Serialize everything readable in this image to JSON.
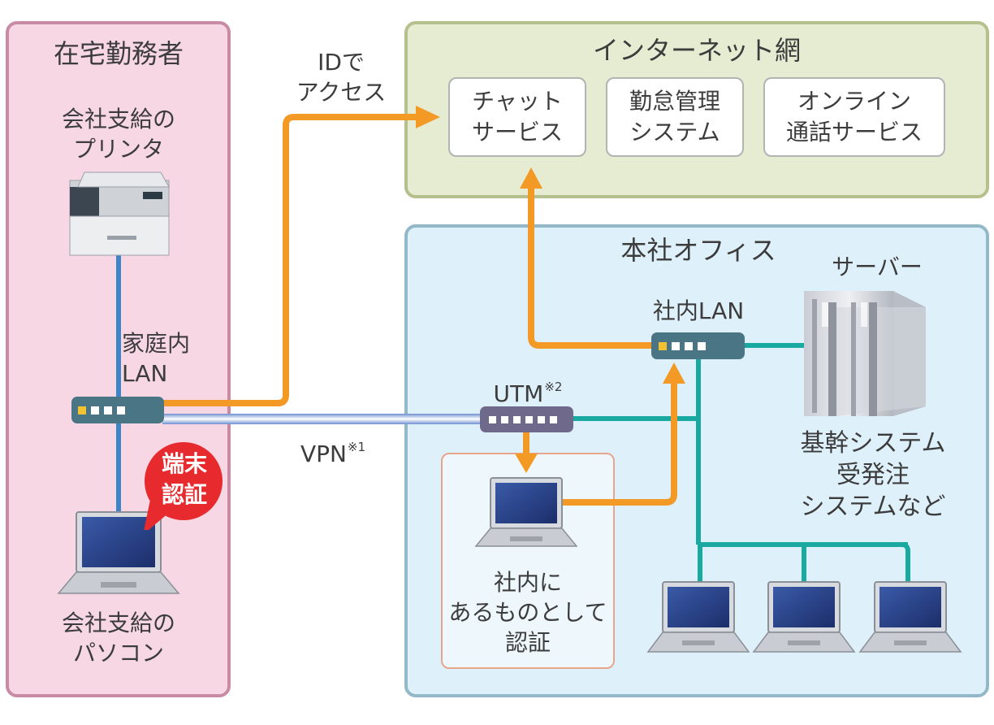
{
  "panels": {
    "home": {
      "title": "在宅勤務者"
    },
    "internet": {
      "title": "インターネット網"
    },
    "office": {
      "title": "本社オフィス"
    }
  },
  "home": {
    "printer_label": "会社支給の\nプリンタ",
    "lan_label": "家庭内\nLAN",
    "auth_badge": "端末\n認証",
    "pc_label": "会社支給の\nパソコン"
  },
  "links": {
    "id_access": "IDで\nアクセス",
    "vpn": {
      "text": "VPN",
      "note": "※1"
    }
  },
  "internet": {
    "services": [
      "チャット\nサービス",
      "勤怠管理\nシステム",
      "オンライン\n通話サービス"
    ]
  },
  "office": {
    "utm": {
      "text": "UTM",
      "note": "※2"
    },
    "lan_label": "社内LAN",
    "server_label": "サーバー",
    "server_desc": "基幹システム\n受発注\nシステムなど",
    "auth_desc": "社内に\nあるものとして\n認証"
  },
  "colors": {
    "orange": "#f39a26",
    "teal": "#1aa9a0",
    "blue": "#3d85c6",
    "red": "#e72a2d"
  }
}
